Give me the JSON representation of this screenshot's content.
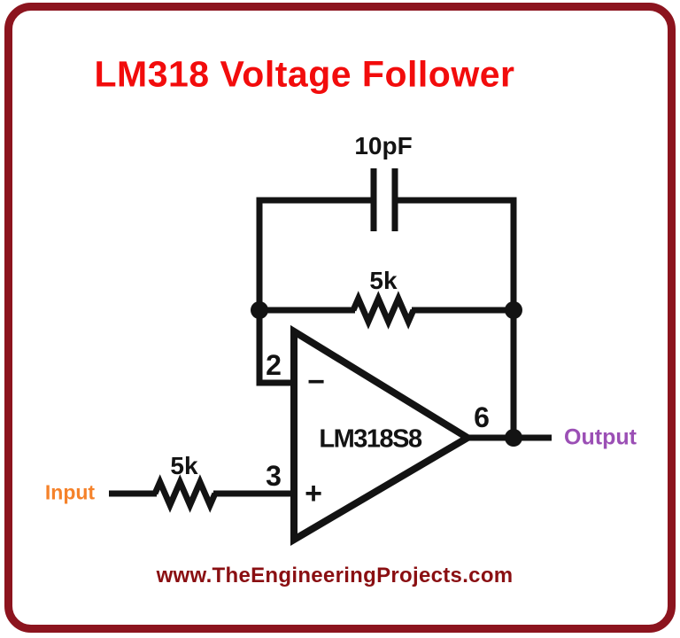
{
  "header": {
    "title": "LM318 Voltage Follower"
  },
  "footer": {
    "website": "www.TheEngineeringProjects.com"
  },
  "colors": {
    "title_red": "#F20C0C",
    "border_maroon": "#8C141E",
    "input_orange": "#F5822A",
    "output_purple": "#9B4FB5",
    "website_maroon": "#8A0F12",
    "wire_black": "#131313"
  },
  "circuit": {
    "capacitor": {
      "label": "10pF"
    },
    "feedback_resistor": {
      "label": "5k"
    },
    "input_resistor": {
      "label": "5k"
    },
    "opamp": {
      "label": "LM318S8",
      "inverting_pin": "2",
      "noninverting_pin": "3",
      "output_pin": "6",
      "inverting_sign": "−",
      "noninverting_sign": "+"
    },
    "input": {
      "label": "Input"
    },
    "output": {
      "label": "Output"
    }
  }
}
